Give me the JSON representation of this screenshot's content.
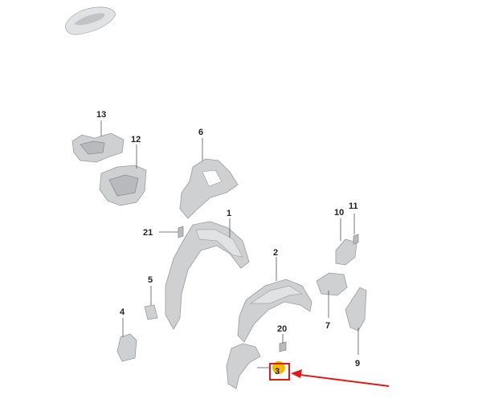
{
  "diagram": {
    "part_numbers": {
      "p1": "1",
      "p2": "2",
      "p3": "3",
      "p4": "4",
      "p5": "5",
      "p6": "6",
      "p7": "7",
      "p9": "9",
      "p10": "10",
      "p11": "11",
      "p12": "12",
      "p13": "13",
      "p20": "20",
      "p21": "21"
    },
    "highlight_color": "#f5b800",
    "highlight_box_color": "#e01a1a",
    "arrow_color": "#e01a1a"
  }
}
